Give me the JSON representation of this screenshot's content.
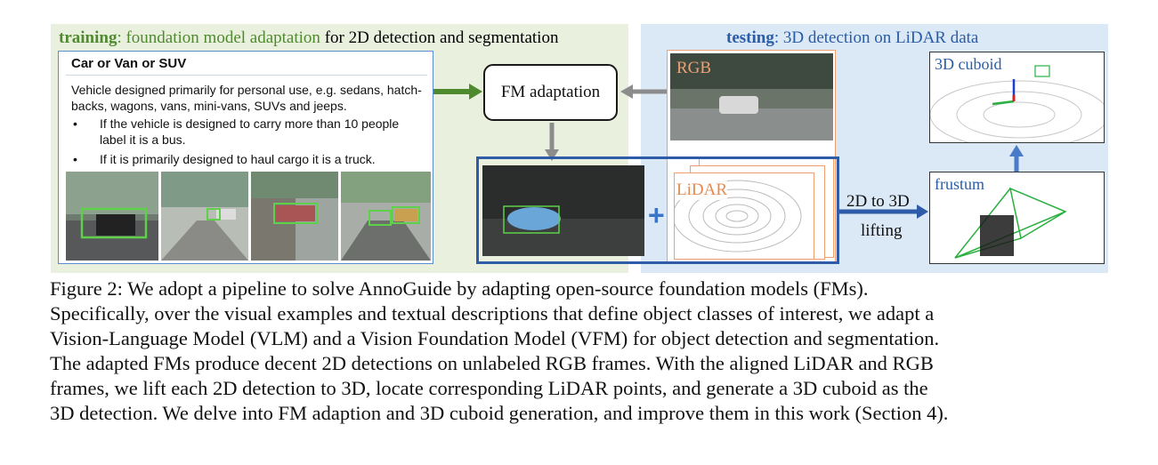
{
  "training": {
    "title_bold": "training",
    "title_green": ": foundation model adaptation",
    "title_rest": " for 2D detection and segmentation"
  },
  "testing": {
    "title_bold": "testing",
    "title_rest": ": 3D detection on LiDAR data"
  },
  "class_card": {
    "heading": "Car or Van or SUV",
    "description": "Vehicle designed primarily for personal use, e.g. sedans, hatch-backs, wagons, vans, mini-vans, SUVs and jeeps.",
    "bullets": [
      "If the vehicle is designed to carry more than 10 people label it is a bus.",
      "If it is primarily designed to haul cargo it is a truck."
    ],
    "bullet_glyph": "•"
  },
  "fm_box": {
    "label": "FM adaptation"
  },
  "inputs": {
    "rgb_label": "RGB",
    "lidar_label": "LiDAR",
    "plus": "+"
  },
  "lifting": {
    "line1": "2D to 3D",
    "line2": "lifting"
  },
  "outputs": {
    "cuboid_label": "3D cuboid",
    "frustum_label": "frustum"
  },
  "caption": {
    "line1": "Figure 2:  We adopt a pipeline to solve AnnoGuide by adapting open-source foundation models (FMs).",
    "line2": "Specifically, over the visual examples and textual descriptions that define object classes of interest, we adapt a",
    "line3": "Vision-Language Model (VLM) and a Vision Foundation Model (VFM) for object detection and segmentation.",
    "line4": "The adapted FMs produce decent 2D detections on unlabeled RGB frames. With the aligned LiDAR and RGB",
    "line5": "frames, we lift each 2D detection to 3D, locate corresponding LiDAR points, and generate a 3D cuboid as the",
    "line6": "3D detection. We delve into FM adaption and 3D cuboid generation, and improve them in this work (Section 4)."
  },
  "colors": {
    "training_green": "#4f8a2e",
    "testing_blue": "#2a5ca8",
    "arrow_gray": "#8c8c8c",
    "detection_box_green": "#5fd04a",
    "rgb_orange": "#f0a070"
  },
  "icons": [
    "arrow-right",
    "arrow-left",
    "arrow-down",
    "arrow-up",
    "plus"
  ]
}
